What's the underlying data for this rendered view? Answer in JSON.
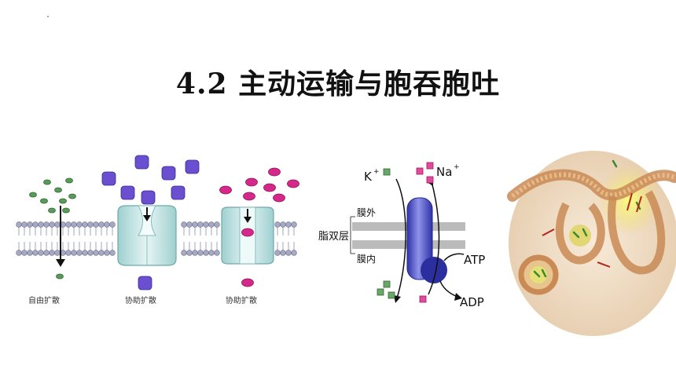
{
  "slide": {
    "title": "4.2  主动运输与胞吞胞吐"
  },
  "diffusion_figure": {
    "labels": [
      "自由扩散",
      "协助扩散",
      "协助扩散"
    ]
  },
  "pump_figure": {
    "ion_k": "K",
    "ion_na": "Na",
    "charge": "+",
    "outside": "膜外",
    "bilayer": "脂双层",
    "inside": "膜内",
    "atp": "ATP",
    "adp": "ADP"
  },
  "colors": {
    "membrane_head": "#a7a9c4",
    "channel": "#bfe0e0",
    "pump": "#4a4ec4",
    "small_molecule": "#5a9a5a",
    "solute_purple": "#6a4fd0",
    "solute_pink": "#d6288a"
  }
}
